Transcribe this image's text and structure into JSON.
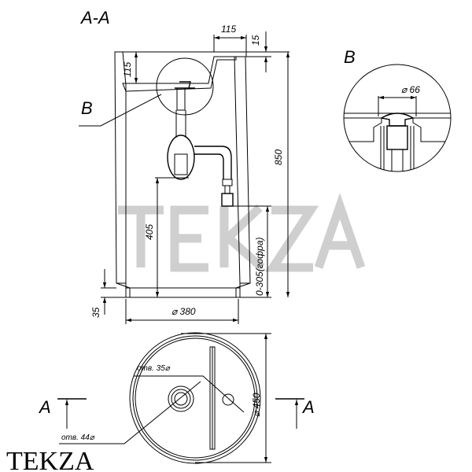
{
  "section": {
    "title": "A-A",
    "detail_callout": "B",
    "dims": {
      "top_width": "115",
      "rim": "15",
      "bowl_depth": "115",
      "height": "850",
      "siphon_height": "405",
      "hose_range": "0-305(гофра)",
      "plinth": "35",
      "base_diameter": "⌀ 380"
    }
  },
  "detail": {
    "title": "B",
    "diameter": "⌀ 66"
  },
  "plan": {
    "hole_35": "отв. 35⌀",
    "hole_44": "отв. 44⌀",
    "diameter": "⌀ 450",
    "section_mark_left": "A",
    "section_mark_right": "A"
  },
  "watermark": "TEKZA",
  "logo": "TEKZA",
  "colors": {
    "line": "#000000",
    "watermark": "#c8c8c8"
  }
}
